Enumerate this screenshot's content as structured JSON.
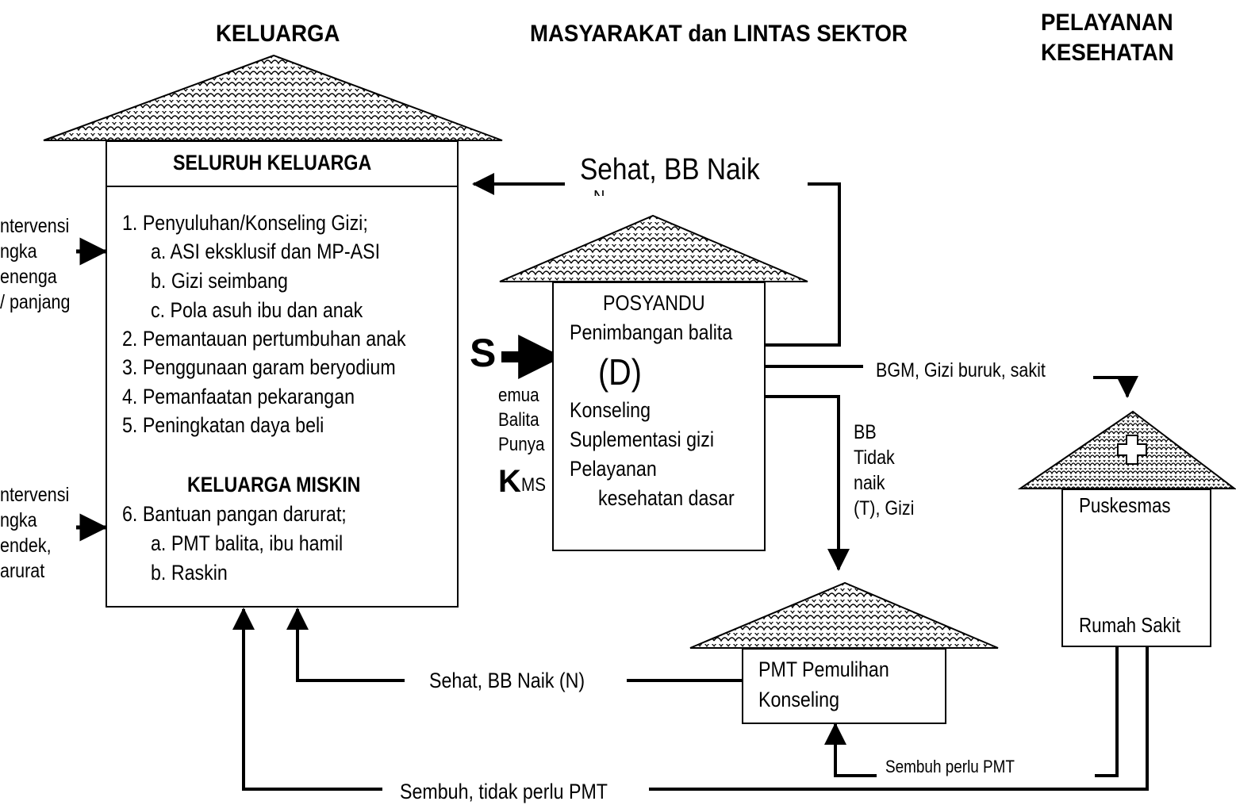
{
  "headers": {
    "keluarga": "KELUARGA",
    "masyarakat": "MASYARAKAT dan LINTAS SEKTOR",
    "pelayanan_line1": "PELAYANAN",
    "pelayanan_line2": "KESEHATAN"
  },
  "keluarga_box": {
    "title": "SELURUH KELUARGA",
    "items": [
      "1. Penyuluhan/Konseling Gizi;",
      "a. ASI eksklusif dan MP-ASI",
      "b. Gizi seimbang",
      "c. Pola asuh ibu dan anak",
      "2. Pemantauan pertumbuhan anak",
      "3. Penggunaan garam beryodium",
      "4. Pemanfaatan pekarangan",
      "5. Peningkatan daya beli"
    ],
    "miskin_title": "KELUARGA MISKIN",
    "miskin_items": [
      "6. Bantuan pangan darurat;",
      "a. PMT balita, ibu hamil",
      "b. Raskin"
    ]
  },
  "left_labels": {
    "top": [
      "ntervensi",
      "ngka",
      "enenga",
      "/ panjang"
    ],
    "bottom": [
      "ntervensi",
      "ngka",
      "endek,",
      "arurat"
    ]
  },
  "posyandu": {
    "lines": [
      "POSYANDU",
      "Penimbangan balita",
      "(D)",
      "Konseling",
      "Suplementasi gizi",
      "Pelayanan",
      "kesehatan dasar"
    ]
  },
  "semua_balita": {
    "s": "S",
    "lines": [
      "emua",
      "Balita",
      "Punya"
    ],
    "k": "K",
    "ms": "MS"
  },
  "pmt": {
    "lines": [
      "PMT Pemulihan",
      "Konseling"
    ]
  },
  "puskesmas": {
    "top": "Puskesmas",
    "bottom": "Rumah Sakit"
  },
  "flows": {
    "sehat_top": "Sehat, BB Naik",
    "sehat_top_tail": "N",
    "bgm": "BGM, Gizi buruk, sakit",
    "bb_tidak": [
      "BB",
      "Tidak",
      "naik",
      "(T), Gizi"
    ],
    "sehat_bottom": "Sehat, BB Naik (N)",
    "sembuh_pmt": "Sembuh perlu PMT",
    "sembuh_tidak": "Sembuh, tidak perlu PMT"
  },
  "icons": {
    "house_roof": "tiled-roof-icon",
    "cross": "medical-cross-icon",
    "arrow": "arrow-icon"
  },
  "colors": {
    "ink": "#000000",
    "paper": "#ffffff"
  }
}
